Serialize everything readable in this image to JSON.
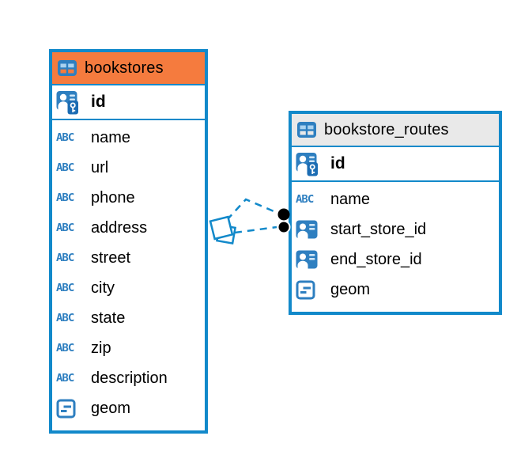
{
  "diagram": {
    "background_color": "#ffffff",
    "accent_color": "#1289ca",
    "icon_colors": {
      "icon_blue": "#2e7fc0",
      "icon_light_blue": "#a9d2f0",
      "key_badge_blue": "#1b6cb3"
    },
    "icon_labels": {
      "text": "ABC"
    },
    "tables": [
      {
        "name": "bookstores",
        "header_color": "#f57b3e",
        "columns": [
          {
            "name": "id",
            "icon": "primary-key",
            "emphasis": true
          },
          {
            "name": "name",
            "icon": "text"
          },
          {
            "name": "url",
            "icon": "text"
          },
          {
            "name": "phone",
            "icon": "text"
          },
          {
            "name": "address",
            "icon": "text"
          },
          {
            "name": "street",
            "icon": "text"
          },
          {
            "name": "city",
            "icon": "text"
          },
          {
            "name": "state",
            "icon": "text"
          },
          {
            "name": "zip",
            "icon": "text"
          },
          {
            "name": "description",
            "icon": "text"
          },
          {
            "name": "geom",
            "icon": "object"
          }
        ]
      },
      {
        "name": "bookstore_routes",
        "header_color": "#e9e9e9",
        "columns": [
          {
            "name": "id",
            "icon": "primary-key",
            "emphasis": true
          },
          {
            "name": "name",
            "icon": "text"
          },
          {
            "name": "start_store_id",
            "icon": "foreign-key"
          },
          {
            "name": "end_store_id",
            "icon": "foreign-key"
          },
          {
            "name": "geom",
            "icon": "object"
          }
        ]
      }
    ],
    "relationship": {
      "from_table": "bookstores",
      "to_table": "bookstore_routes",
      "line_style": "dashed",
      "from_symbol": "diamond",
      "to_symbol": "two-dots",
      "dot_color": "#000000"
    }
  }
}
